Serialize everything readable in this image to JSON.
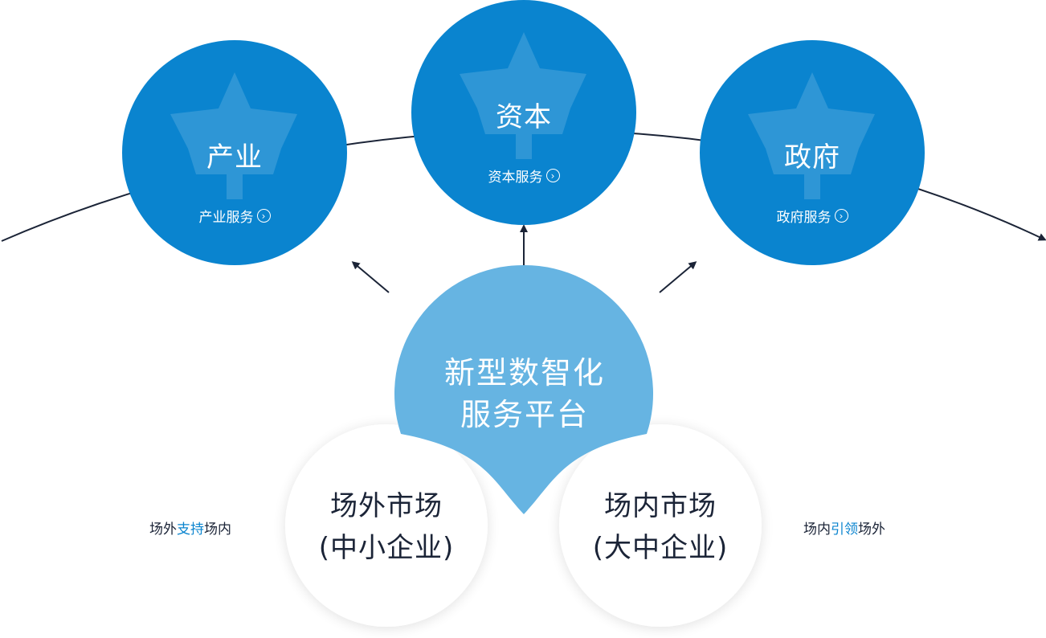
{
  "nodes": {
    "industry": {
      "title": "产业",
      "link": "产业服务"
    },
    "capital": {
      "title": "资本",
      "link": "资本服务"
    },
    "government": {
      "title": "政府",
      "link": "政府服务"
    }
  },
  "platform": {
    "line1": "新型数智化",
    "line2": "服务平台"
  },
  "markets": {
    "outside": {
      "line1": "场外市场",
      "line2": "(中小企业)"
    },
    "inside": {
      "line1": "场内市场",
      "line2": "(大中企业)"
    }
  },
  "notes": {
    "left": {
      "pre": "场外",
      "highlight": "支持",
      "post": "场内"
    },
    "right": {
      "pre": "场内",
      "highlight": "引领",
      "post": "场外"
    }
  },
  "colors": {
    "node_blue": "#0a84cf",
    "platform_blue": "#66b4e2",
    "text_dark": "#1b2437",
    "highlight": "#0a84cf"
  },
  "icons": {
    "node_watermark": "maple-leaf-icon",
    "link_arrow": "chevron-right-circle-icon"
  }
}
